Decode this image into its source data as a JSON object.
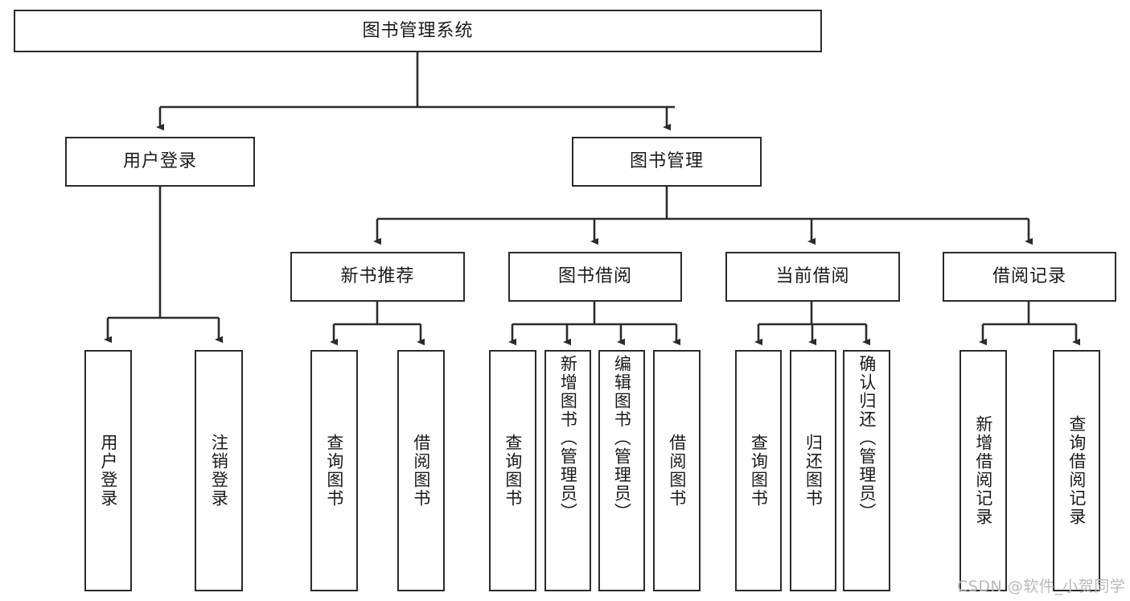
{
  "diagram": {
    "type": "tree-hierarchy-flowchart",
    "title_node": {
      "id": "root",
      "label": "图书管理系统"
    },
    "level2": [
      {
        "id": "user-login",
        "label": "用户登录"
      },
      {
        "id": "book-management",
        "label": "图书管理"
      }
    ],
    "level3": [
      {
        "id": "new-book-recommend",
        "label": "新书推荐",
        "parent": "book-management"
      },
      {
        "id": "book-borrow",
        "label": "图书借阅",
        "parent": "book-management"
      },
      {
        "id": "current-borrow",
        "label": "当前借阅",
        "parent": "book-management"
      },
      {
        "id": "borrow-record",
        "label": "借阅记录",
        "parent": "book-management"
      }
    ],
    "leaves": [
      {
        "id": "leaf-user-login",
        "label": "用户登录",
        "parent": "user-login"
      },
      {
        "id": "leaf-logout-login",
        "label": "注销登录",
        "parent": "user-login"
      },
      {
        "id": "leaf-query-book-1",
        "label": "查询图书",
        "parent": "new-book-recommend"
      },
      {
        "id": "leaf-borrow-book-1",
        "label": "借阅图书",
        "parent": "new-book-recommend"
      },
      {
        "id": "leaf-query-book-2",
        "label": "查询图书",
        "parent": "book-borrow"
      },
      {
        "id": "leaf-add-book",
        "label": "新增图书（管理员）",
        "parent": "book-borrow"
      },
      {
        "id": "leaf-edit-book",
        "label": "编辑图书（管理员）",
        "parent": "book-borrow"
      },
      {
        "id": "leaf-borrow-book-2",
        "label": "借阅图书",
        "parent": "book-borrow"
      },
      {
        "id": "leaf-query-book-3",
        "label": "查询图书",
        "parent": "current-borrow"
      },
      {
        "id": "leaf-return-book",
        "label": "归还图书",
        "parent": "current-borrow"
      },
      {
        "id": "leaf-confirm-return",
        "label": "确认归还（管理员）",
        "parent": "current-borrow"
      },
      {
        "id": "leaf-add-record",
        "label": "新增借阅记录",
        "parent": "borrow-record"
      },
      {
        "id": "leaf-query-record",
        "label": "查询借阅记录",
        "parent": "borrow-record"
      }
    ],
    "colors": {
      "stroke": "#2b2b2b",
      "fill": "#ffffff",
      "text": "#1a1a1a",
      "watermark": "#b9b9b9"
    }
  },
  "watermark": {
    "text": "CSDN @软件_小贺同学"
  }
}
